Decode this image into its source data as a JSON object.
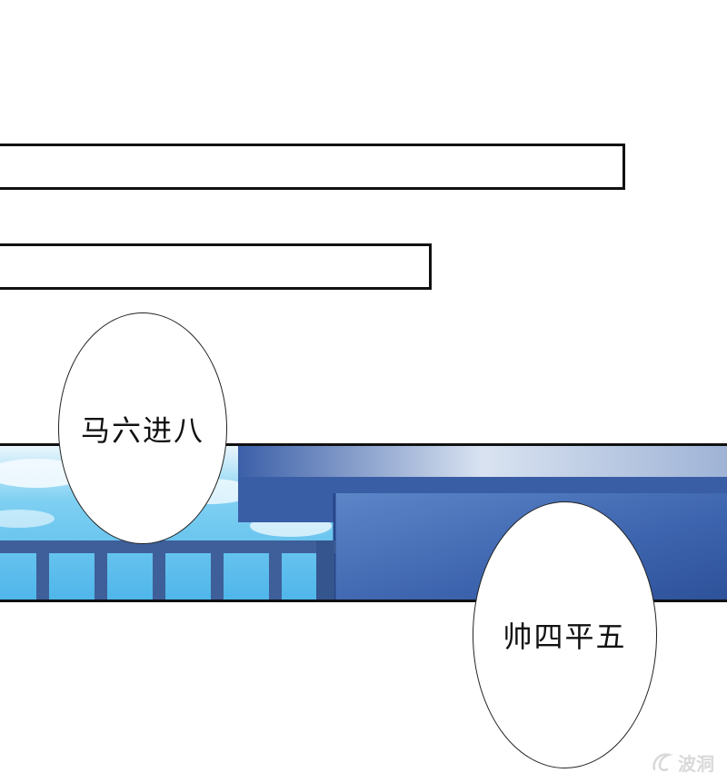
{
  "bubbles": [
    {
      "text": "马六进八"
    },
    {
      "text": "帅四平五"
    }
  ],
  "watermark": {
    "text": "波洞",
    "icon": "bodong-logo-icon"
  },
  "colors": {
    "sky": "#6fc6ee",
    "building": "#3f66b0",
    "building_dark": "#2c4f96",
    "railing": "#3e5f99",
    "outline": "#111111"
  }
}
